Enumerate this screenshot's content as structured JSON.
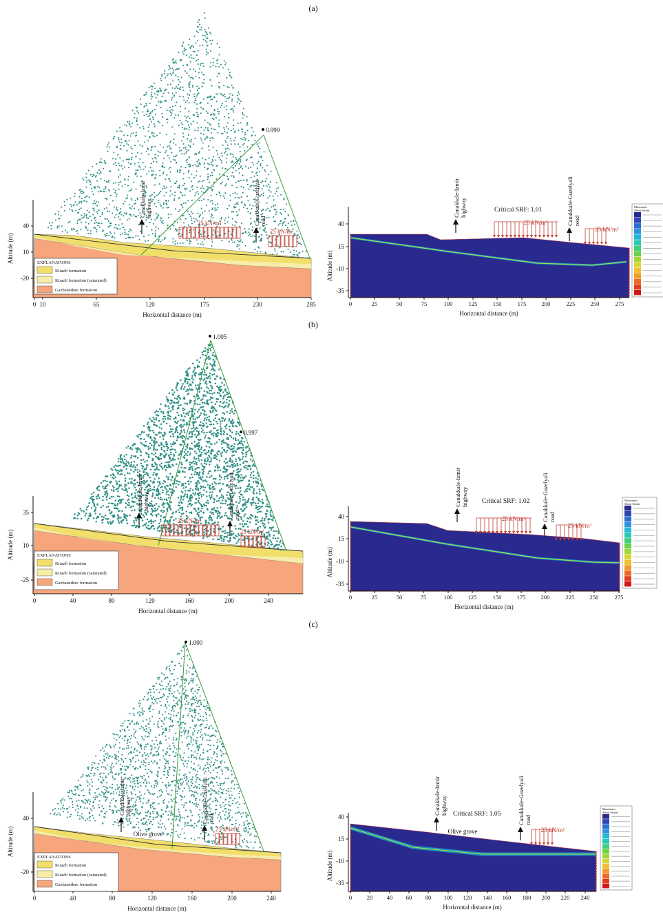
{
  "colors": {
    "kirazli": "#f2df6b",
    "kirazli_sat": "#f7eda9",
    "gazhanedere": "#f6a57c",
    "dots": "#2e8f86",
    "fem_bg": "#2a2a8e",
    "load": "#c0392b",
    "green_line": "#3a9a3a"
  },
  "panels": [
    {
      "label": "(a)",
      "left": {
        "yticks": [
          "40",
          "10",
          "-20"
        ],
        "xticks": [
          "0",
          "10",
          "65",
          "120",
          "175",
          "230",
          "285"
        ],
        "ylabel": "Altitude (m)",
        "xlabel": "Horizontal distance (m)",
        "peak_labels": [
          "0.999"
        ],
        "road1": [
          "Canakkale-Izmir",
          "highway"
        ],
        "road2": [
          "Canakkale-Guzelyali",
          "road"
        ],
        "loads": [
          "25 kN/m²",
          "25 kN/m²"
        ],
        "olive": "",
        "legend": {
          "title": "EXPLANATIONS",
          "items": [
            "Kirazli formation",
            "Kirazli formation (saturated)",
            "Gazhanedere formation"
          ]
        }
      },
      "right": {
        "yticks": [
          "40",
          "15",
          "-10",
          "-35"
        ],
        "xticks": [
          "0",
          "25",
          "50",
          "75",
          "100",
          "125",
          "150",
          "175",
          "200",
          "225",
          "250",
          "275"
        ],
        "ylabel": "Altitude (m)",
        "xlabel": "Horizontal distance (m)",
        "srf": "Critical SRF: 1.01",
        "road1": [
          "Canakkale-Izmir",
          "highway"
        ],
        "road2": [
          "Canakkale-Guzelyali",
          "road"
        ],
        "loads": [
          "25 kN/m²",
          "25 kN/m²"
        ],
        "olive": "",
        "legend_title": [
          "Maximum",
          "Shear Strain"
        ]
      }
    },
    {
      "label": "(b)",
      "left": {
        "yticks": [
          "35",
          "10",
          "-25"
        ],
        "xticks": [
          "0",
          "40",
          "80",
          "120",
          "160",
          "200",
          "240"
        ],
        "ylabel": "Altitude (m)",
        "xlabel": "Horizontal distance (m)",
        "peak_labels": [
          "1.005",
          "0.997"
        ],
        "road1": [
          "Canakkale-Izmir",
          "highway"
        ],
        "road2": [
          "Canakkale-Guzelyali",
          "road"
        ],
        "loads": [
          "25 kN/m²",
          "25 kN/m²"
        ],
        "olive": "",
        "legend": {
          "title": "EXPLANATIONS",
          "items": [
            "Kirazli formation",
            "Kirazli formation (saturated)",
            "Gazhanedere formation"
          ]
        }
      },
      "right": {
        "yticks": [
          "40",
          "15",
          "-10",
          "-35"
        ],
        "xticks": [
          "0",
          "25",
          "50",
          "75",
          "100",
          "125",
          "150",
          "175",
          "200",
          "225",
          "250",
          "275"
        ],
        "ylabel": "Altitude (m)",
        "xlabel": "Horizontal distance (m)",
        "srf": "Critical SRF: 1.02",
        "road1": [
          "Canakkale-Izmir",
          "highway"
        ],
        "road2": [
          "Canakkale-Guzelyali",
          "road"
        ],
        "loads": [
          "25 kN/m²",
          "25 kN/m²"
        ],
        "olive": "",
        "legend_title": [
          "Maximum",
          "Shear Strain"
        ]
      }
    },
    {
      "label": "(c)",
      "left": {
        "yticks": [
          "40",
          "-20"
        ],
        "xticks": [
          "0",
          "40",
          "80",
          "120",
          "160",
          "200",
          "240"
        ],
        "ylabel": "Altitude (m)",
        "xlabel": "Horizontal distance (m)",
        "peak_labels": [
          "1.000"
        ],
        "road1": [
          "Canakkale-Izmir",
          "highway"
        ],
        "road2": [
          "Canakkale-Guzelyali",
          "road"
        ],
        "loads": [
          "25 kN/m²"
        ],
        "olive": "Olive grove",
        "legend": {
          "title": "EXPLANATIONS",
          "items": [
            "Kirazli formation",
            "Kirazli formation (saturated)",
            "Gazhanedere formation"
          ]
        }
      },
      "right": {
        "yticks": [
          "40",
          "15",
          "-10",
          "-35"
        ],
        "xticks": [
          "0",
          "20",
          "40",
          "60",
          "80",
          "100",
          "120",
          "140",
          "160",
          "180",
          "200",
          "220",
          "240"
        ],
        "ylabel": "Altitude (m)",
        "xlabel": "Horizontal distance (m)",
        "srf": "Critical SRF: 1.05",
        "road1": [
          "Canakkale-Izmir",
          "highway"
        ],
        "road2": [
          "Canakkale-Guzelyali",
          "road"
        ],
        "loads": [
          "25 kN/m²"
        ],
        "olive": "Olive grove",
        "legend_title": [
          "Maximum",
          "Shear Strain"
        ]
      }
    }
  ]
}
